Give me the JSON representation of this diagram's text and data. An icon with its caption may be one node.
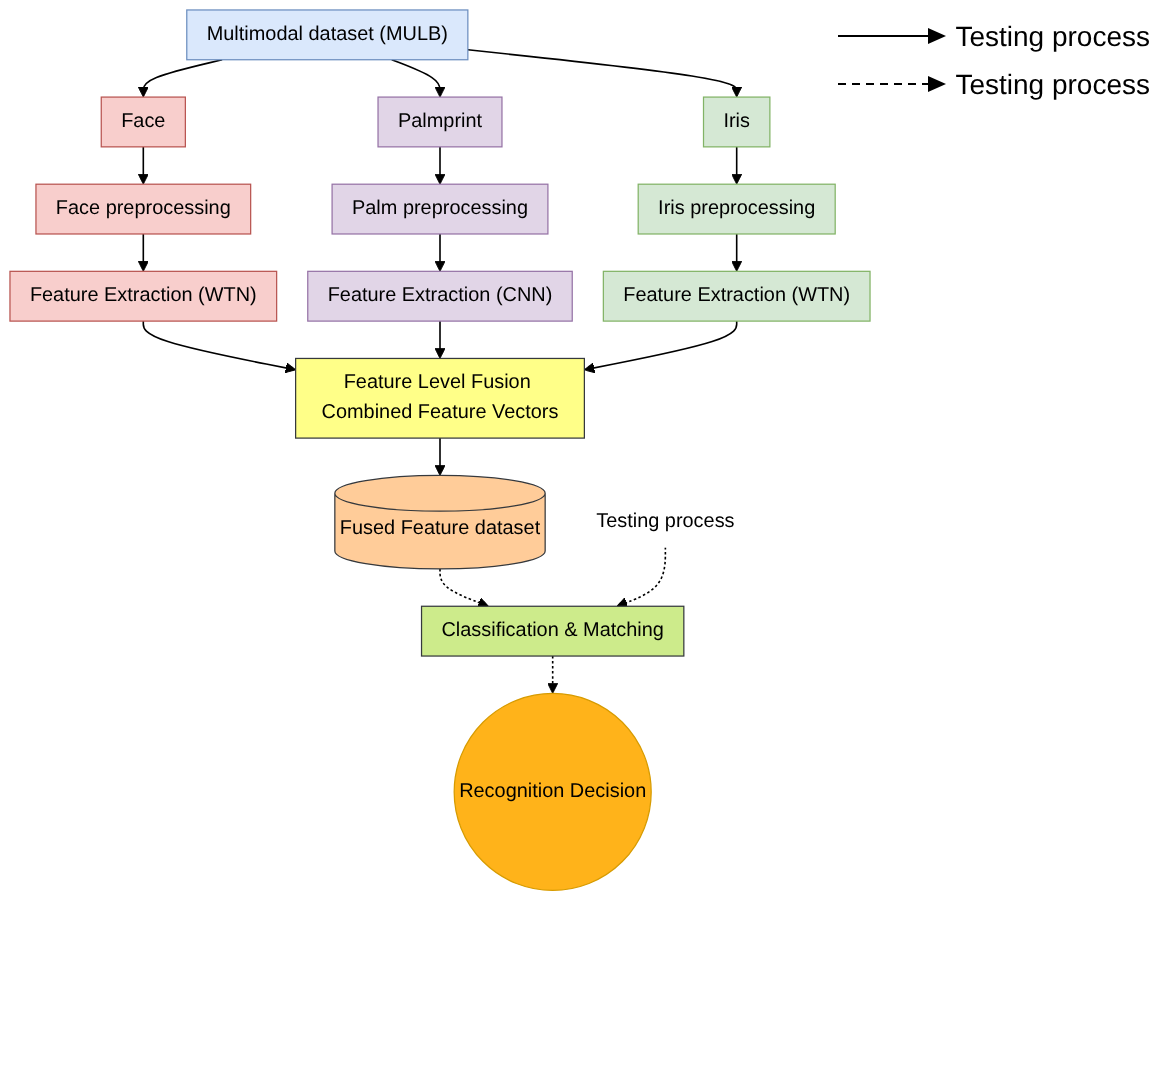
{
  "diagram": {
    "nodes": [
      {
        "text": [
          "Multimodal dataset (MULB)"
        ]
      },
      {
        "text": [
          "Face"
        ]
      },
      {
        "text": [
          "Palmprint"
        ]
      },
      {
        "text": [
          "Iris"
        ]
      },
      {
        "text": [
          "Face preprocessing"
        ]
      },
      {
        "text": [
          "Palm preprocessing"
        ]
      },
      {
        "text": [
          "Iris preprocessing"
        ]
      },
      {
        "text": [
          "Feature Extraction (WTN)"
        ]
      },
      {
        "text": [
          "Feature Extraction (CNN)"
        ]
      },
      {
        "text": [
          "Feature Extraction (WTN)"
        ]
      },
      {
        "text": [
          "Feature Level Fusion Combined Feature Vectors"
        ]
      },
      {
        "text": [
          "Fused Feature dataset"
        ]
      },
      {
        "text": [
          "Classification & Matching"
        ]
      },
      {
        "text": [
          "Recognition Decision"
        ]
      },
      {
        "text": [
          "Testing process"
        ]
      }
    ],
    "edges": [
      {
        "from": 0,
        "to": 1,
        "arrow": "to"
      },
      {
        "from": 0,
        "to": 2,
        "arrow": "to"
      },
      {
        "from": 0,
        "to": 3,
        "arrow": "to"
      },
      {
        "from": 1,
        "to": 4,
        "arrow": "to"
      },
      {
        "from": 2,
        "to": 5,
        "arrow": "to"
      },
      {
        "from": 3,
        "to": 6,
        "arrow": "to"
      },
      {
        "from": 4,
        "to": 7,
        "arrow": "to"
      },
      {
        "from": 5,
        "to": 8,
        "arrow": "to"
      },
      {
        "from": 6,
        "to": 9,
        "arrow": "to"
      },
      {
        "from": 7,
        "to": 10,
        "arrow": "to"
      },
      {
        "from": 8,
        "to": 10,
        "arrow": "to"
      },
      {
        "from": 9,
        "to": 10,
        "arrow": "to"
      },
      {
        "from": 10,
        "to": 11,
        "arrow": "to"
      },
      {
        "from": 11,
        "to": 12,
        "arrow": "to",
        "style": "dashed"
      },
      {
        "from": 12,
        "to": 13,
        "arrow": "to",
        "style": "dashed"
      },
      {
        "from": 14,
        "to": 12,
        "arrow": "to",
        "style": "dashed"
      }
    ],
    "legend": [
      {
        "text": "Testing process"
      },
      {
        "text": "Testing process"
      }
    ]
  }
}
